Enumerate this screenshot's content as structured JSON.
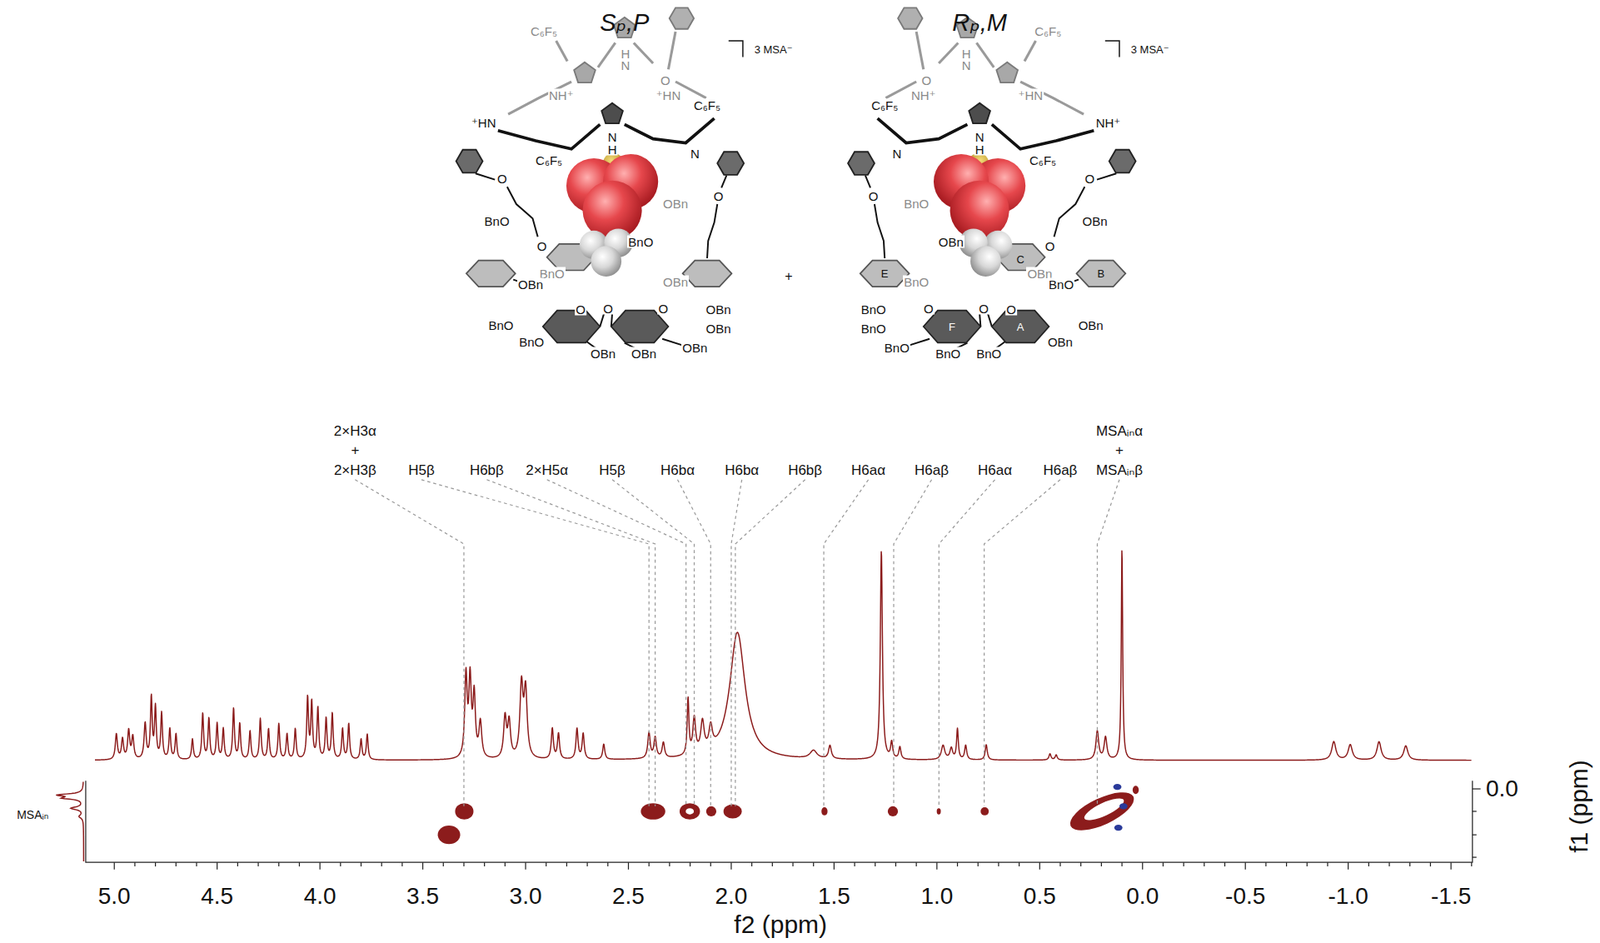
{
  "diagram": {
    "labels": [
      "Sₚ,P",
      "Rₚ,M",
      "3 MSA⁻",
      "3 MSA⁻",
      "+",
      "C₆F₅",
      "NH⁺",
      "⁺HN",
      "H",
      "N",
      "O",
      "⁺HN",
      "C₆F₅",
      "C₆F₅",
      "N",
      "H",
      "N",
      "O",
      "O",
      "OBn",
      "BnO",
      "BnO",
      "O",
      "BnO",
      "OBn",
      "OBn",
      "O",
      "O",
      "O",
      "BnO",
      "OBn",
      "OBn",
      "BnO",
      "OBn",
      "OBn",
      "OBn",
      "C₆F₅",
      "⁺HN",
      "NH⁺",
      "H",
      "N",
      "O",
      "NH⁺",
      "C₆F₅",
      "C₆F₅",
      "N",
      "H",
      "N",
      "O",
      "O",
      "BnO",
      "OBn",
      "OBn",
      "O",
      "OBn",
      "BnO",
      "BnO",
      "O",
      "O",
      "O",
      "OBn",
      "BnO",
      "BnO",
      "OBn",
      "BnO",
      "BnO",
      "BnO",
      "C",
      "B",
      "E",
      "F",
      "A",
      "2×H3α",
      "+",
      "2×H3β",
      "H5β",
      "H6bβ",
      "2×H5α",
      "H5β",
      "H6bα",
      "H6bα",
      "H6bβ",
      "H6aα",
      "H6aβ",
      "H6aα",
      "H6aβ",
      "MSAᵢₙα",
      "+",
      "MSAᵢₙβ",
      "5.0",
      "4.5",
      "4.0",
      "3.5",
      "3.0",
      "2.5",
      "2.0",
      "1.5",
      "1.0",
      "0.5",
      "0.0",
      "-0.5",
      "-1.0",
      "-1.5",
      "f2 (ppm)",
      "0.0",
      "f1 (ppm)",
      "MSAᵢₙ"
    ]
  }
}
